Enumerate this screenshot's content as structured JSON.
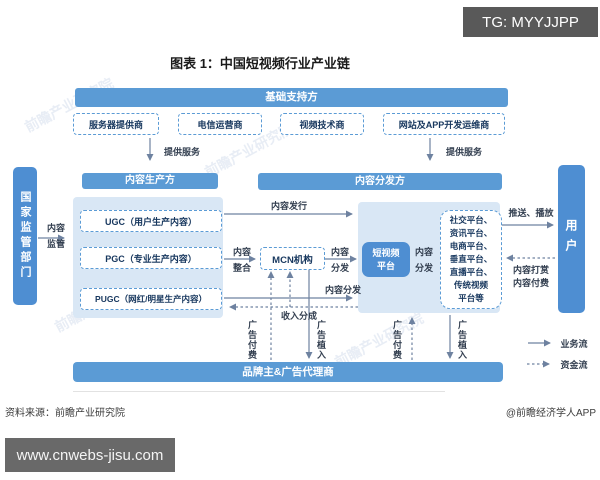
{
  "header": {
    "tg_badge": "TG: MYYJJPP",
    "title": "图表 1：中国短视频行业产业链"
  },
  "colors": {
    "banner_blue": "#5b9bd5",
    "solid_box_blue": "#4e8ed2",
    "panel_light_blue": "#d9e7f5",
    "arrow_gray_blue": "#6e82a0",
    "badge_gray": "#595959",
    "watermark_box_gray": "#696969"
  },
  "regulator": {
    "label": "国家监管部门"
  },
  "users": {
    "label": "用户"
  },
  "base_support": {
    "title": "基础支持方",
    "providers": [
      "服务器提供商",
      "电信运营商",
      "视频技术商",
      "网站及APP开发运维商"
    ]
  },
  "producers": {
    "title": "内容生产方",
    "items": [
      "UGC（用户生产内容）",
      "PGC（专业生产内容）",
      "PUGC（网红/明星生产内容）"
    ]
  },
  "mcn": {
    "label": "MCN机构"
  },
  "distributors": {
    "title": "内容分发方",
    "platform": "短视频\n平台",
    "platform_types": "社交平台、\n资讯平台、\n电商平台、\n垂直平台、\n直播平台、\n传统视频\n平台等"
  },
  "advertisers": {
    "label": "品牌主&广告代理商"
  },
  "flows": {
    "provide_service_left": "提供服务",
    "provide_service_right": "提供服务",
    "content_regulation": "内容\n监管",
    "content_publish": "内容发行",
    "content_integration": "内容\n整合",
    "content_distribution_mcn": "内容\n分发",
    "content_distribution_platform": "内容\n分发",
    "content_distribution_pugc": "内容分发",
    "revenue_share": "收入分成",
    "ad_payment_left": "广告付费",
    "ad_implant_left": "广告植入",
    "ad_payment_right": "广告付费",
    "ad_implant_right": "广告植入",
    "push_play": "推送、播放",
    "reward_pay": "内容打赏\n内容付费"
  },
  "legend": {
    "business_flow": "业务流",
    "capital_flow": "资金流"
  },
  "footer": {
    "source": "资料来源：前瞻产业研究院",
    "credit": "@前瞻经济学人APP",
    "watermark": "www.cnwebs-jisu.com"
  },
  "background_watermark": "前瞻产业研究院"
}
